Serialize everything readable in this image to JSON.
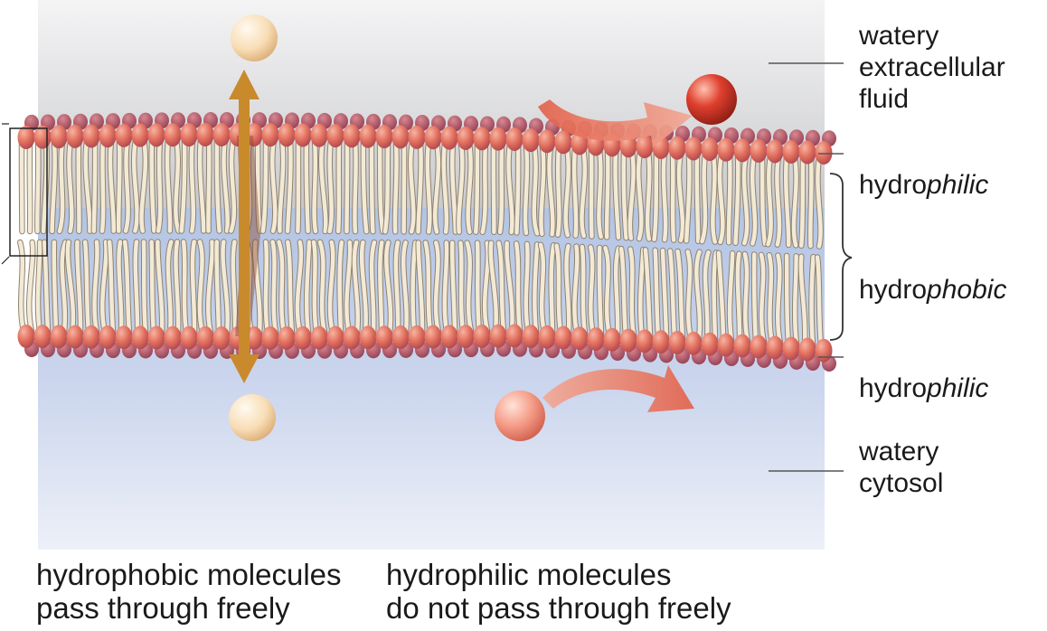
{
  "labels": {
    "extracellular": "watery\nextracellular\nfluid",
    "top_layer": {
      "prefix": "hydro",
      "suffix": "philic"
    },
    "core": {
      "prefix": "hydro",
      "suffix": "phobic"
    },
    "bottom_layer": {
      "prefix": "hydro",
      "suffix": "philic"
    },
    "cytosol": "watery\ncytosol"
  },
  "captions": {
    "left": "hydrophobic molecules\npass through freely",
    "right": "hydrophilic molecules\ndo not pass through freely"
  },
  "colors": {
    "extracellular_fluid": "#cfd0d2",
    "cytosol": "#bccbe6",
    "head_outer": "#e2705e",
    "head_inner": "#b24a58",
    "tail": "#f3ead6",
    "hydrophobic_molecule": "#f7dcb4",
    "hydrophobic_arrow": "#c98a2c",
    "hydrophilic_molecule_top": "#d8372a",
    "hydrophilic_molecule_bottom": "#f0806a",
    "hydrophilic_arrow": "#e8735f"
  },
  "icons": {
    "molecule": "sphere",
    "arrow": "double-headed-arrow",
    "bracket": "curly-brace"
  }
}
